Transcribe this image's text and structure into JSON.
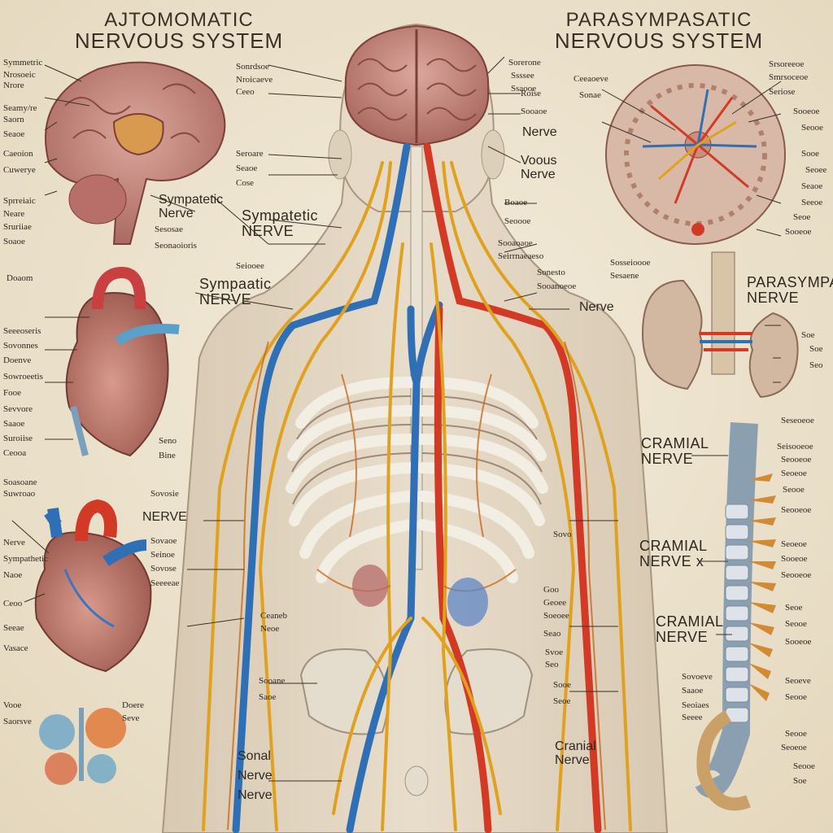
{
  "titles": {
    "left": [
      "AJTOMOMATIC",
      "NERVOUS SYSTEM"
    ],
    "right": [
      "PARASYMPASATIC",
      "NERVOUS SYSTEM"
    ]
  },
  "labels": {
    "sympathetic_nerve_upper": [
      "Sympatetic",
      "Nerve"
    ],
    "sympathetic_nerve_center": [
      "Sympatetic",
      "NERVE"
    ],
    "sympathetic_nerve_mid": [
      "Sympaatic",
      "NERVE"
    ],
    "vagus_nerve": [
      "Voous",
      "Nerve"
    ],
    "nerve_small": "Nerve",
    "nerve_right": "Nerve",
    "nerve_lower_left": "NERVE",
    "parasympathetic_nerve": [
      "PARASYMPATHIC",
      "NERVE"
    ],
    "cranial_nerve_1": [
      "CRAMIAL",
      "NERVE"
    ],
    "cranial_nerve_x": [
      "CRAMIAL",
      "NERVE x"
    ],
    "cranial_nerve_3": [
      "CRAMIAL",
      "NERVE"
    ],
    "cranial_nerve_small": [
      "Cranial",
      "Nerve"
    ],
    "spinal_nerve": [
      "Sonal",
      "Nerve",
      "Nerve"
    ]
  },
  "colors": {
    "background": "#efe6d2",
    "artery": "#d23a26",
    "vein": "#2f6fb5",
    "nerve": "#e0a21e",
    "bone": "#ece6da",
    "brain": "#c9837a",
    "muscle": "#c4826c"
  }
}
